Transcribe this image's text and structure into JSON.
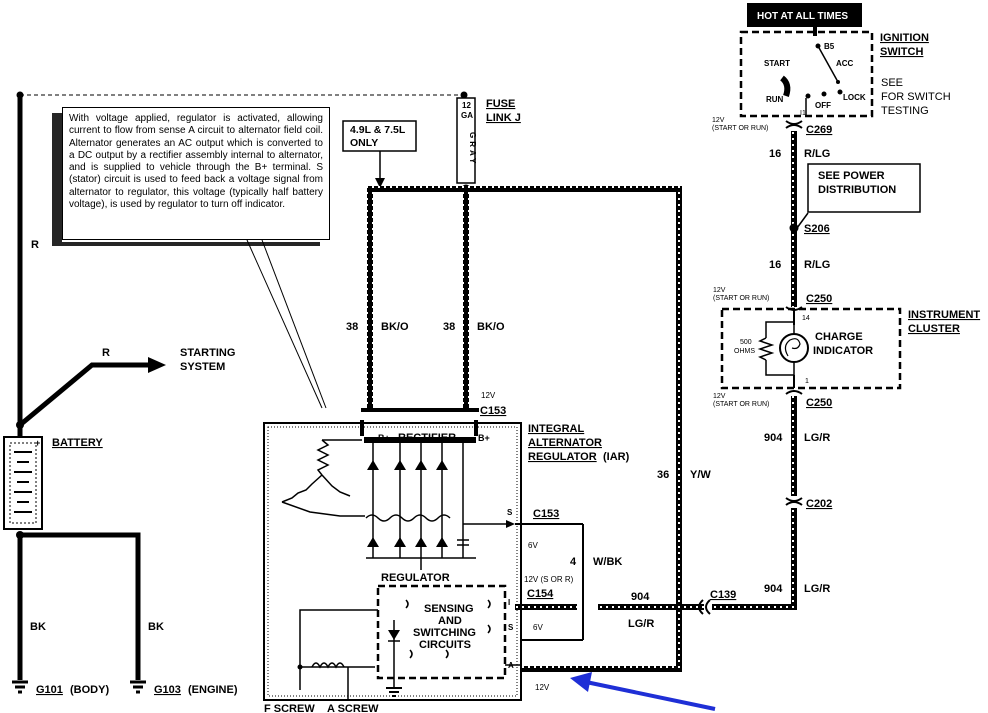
{
  "note": {
    "text": "With voltage applied, regulator is activated, allowing current to flow from sense A circuit to alternator field coil. Alternator generates an AC output which is converted to a DC output by a rectifier assembly internal to alternator, and is supplied to vehicle through the B+ terminal. S (stator) circuit is used to feed back a voltage signal from alternator to regulator, this voltage (typically half battery voltage), is used by regulator to turn off indicator."
  },
  "labels": {
    "hot": "HOT AT ALL TIMES",
    "ignition_1": "IGNITION",
    "ignition_2": "SWITCH",
    "see_1": "SEE",
    "see_2": "FOR SWITCH",
    "see_3": "TESTING",
    "start": "START",
    "b5": "B5",
    "acc": "ACC",
    "run": "RUN",
    "off": "OFF",
    "lock": "LOCK",
    "i1": "I1",
    "v_start_run_1": "12V",
    "v_start_run_1b": "(START OR RUN)",
    "c269": "C269",
    "w16a": "16",
    "rlg_a": "R/LG",
    "pd_1": "SEE POWER",
    "pd_2": "DISTRIBUTION",
    "s206": "S206",
    "w16b": "16",
    "rlg_b": "R/LG",
    "v_start_run_2": "12V",
    "v_start_run_2b": "(START OR RUN)",
    "c250a": "C250",
    "ic_1": "INSTRUMENT",
    "ic_2": "CLUSTER",
    "pin14": "14",
    "ohms_1": "500",
    "ohms_2": "OHMS",
    "charge_1": "CHARGE",
    "charge_2": "INDICATOR",
    "pin1": "1",
    "v_start_run_3": "12V",
    "v_start_run_3b": "(START OR RUN)",
    "c250b": "C250",
    "w904a": "904",
    "lgr_a": "LG/R",
    "c202": "C202",
    "w904b": "904",
    "lgr_b": "LG/R",
    "c139": "C139",
    "w904c": "904",
    "lgr_c": "LG/R",
    "fuse_1": "FUSE",
    "fuse_2": "LINK J",
    "fuse_ga": "12",
    "fuse_ga2": "GA",
    "fuse_gray": "GRAY",
    "engine_1": "4.9L & 7.5L",
    "engine_2": "ONLY",
    "w38a": "38",
    "bko_a": "BK/O",
    "w38b": "38",
    "bko_b": "BK/O",
    "v12_c153": "12V",
    "c153a": "C153",
    "iar_1": "INTEGRAL",
    "iar_2": "ALTERNATOR",
    "iar_3": "REGULATOR",
    "iar_4": "(IAR)",
    "w36": "36",
    "yw": "Y/W",
    "rectifier": "RECTIFIER",
    "bplus_a": "B+",
    "bplus_b": "B+",
    "s_term": "S",
    "c153b": "C153",
    "v6a": "6V",
    "w4": "4",
    "wbk": "W/BK",
    "regulator": "REGULATOR",
    "v12_sr": "12V (S OR R)",
    "c154": "C154",
    "i_term": "I",
    "s_term2": "S",
    "v6b": "6V",
    "a_term": "A",
    "sensing_1": "SENSING",
    "sensing_2": "AND",
    "sensing_3": "SWITCHING",
    "sensing_4": "CIRCUITS",
    "v12_bottom": "12V",
    "fscrew": "F SCREW",
    "ascrew": "A SCREW",
    "r_top": "R",
    "r_mid": "R",
    "starting_1": "STARTING",
    "starting_2": "SYSTEM",
    "battery": "BATTERY",
    "plus": "+",
    "bk_a": "BK",
    "bk_b": "BK",
    "g101": "G101",
    "g101_suffix": "(BODY)",
    "g103": "G103",
    "g103_suffix": "(ENGINE)"
  },
  "colors": {
    "wire": "#000000",
    "arrow": "#1f2fd6",
    "paper": "#ffffff"
  }
}
